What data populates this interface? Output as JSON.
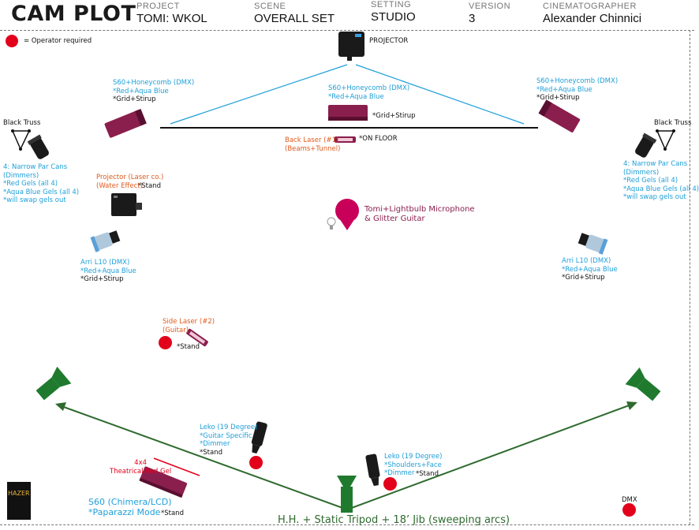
{
  "header": {
    "title": "CAM PLOT",
    "fields": [
      {
        "key": "PROJECT",
        "value": "TOMI: WKOL"
      },
      {
        "key": "SCENE",
        "value": "OVERALL SET"
      },
      {
        "key": "SETTING",
        "value": "STUDIO"
      },
      {
        "key": "VERSION",
        "value": "3"
      },
      {
        "key": "CINEMATOGRAPHER",
        "value": "Alexander Chinnici"
      }
    ]
  },
  "legend": {
    "text": "= Operator required",
    "color": "#e3001b"
  },
  "colors": {
    "blue": "#1e9fd8",
    "orange": "#e05a1c",
    "maroon": "#8a1f4e",
    "green": "#2e6a2e",
    "red": "#e3001b"
  },
  "projector_top": "PROJECTOR",
  "honeycomb_left": [
    "S60+Honeycomb (DMX)",
    "*Red+Aqua Blue",
    "*Grid+Stirup"
  ],
  "honeycomb_center": [
    "S60+Honeycomb (DMX)",
    "*Red+Aqua Blue"
  ],
  "honeycomb_center_note": "*Grid+Stirup",
  "honeycomb_right": [
    "S60+Honeycomb (DMX)",
    "*Red+Aqua Blue",
    "*Grid+Stirup"
  ],
  "back_laser": [
    "Back Laser (#1)",
    "(Beams+Tunnel)"
  ],
  "back_laser_note": "*ON FLOOR",
  "truss_left": "Black Truss",
  "truss_right": "Black Truss",
  "parcans_left": [
    "4: Narrow Par Cans",
    "(Dimmers)",
    "*Red Gels (all 4)",
    "*Aqua Blue Gels (all 4)",
    "*will swap gels out"
  ],
  "parcans_right": [
    "4: Narrow Par Cans",
    "(Dimmers)",
    "*Red Gels (all 4)",
    "*Aqua Blue Gels (all 4)",
    "*will swap gels out"
  ],
  "projector_laser": [
    "Projector (Laser co.)",
    "(Water Effect)"
  ],
  "projector_laser_note": "*Stand",
  "mic": [
    "Tomi+Lightbulb Microphone",
    "& Glitter Guitar"
  ],
  "arri_left": [
    "Arri L10 (DMX)",
    "*Red+Aqua Blue",
    "*Grid+Stirup"
  ],
  "arri_right": [
    "Arri L10 (DMX)",
    "*Red+Aqua Blue",
    "*Grid+Stirup"
  ],
  "side_laser": [
    "Side Laser (#2)",
    "(Guitar)"
  ],
  "side_laser_note": "*Stand",
  "leko_left": [
    "Leko (19 Degree)",
    "*Guitar Specific",
    "*Dimmer",
    "*Stand"
  ],
  "leko_right": [
    "Leko (19 Degree)",
    "*Shoulders+Face",
    "*Dimmer"
  ],
  "leko_right_note": "*Stand",
  "gel": [
    "4x4",
    "Theatrical Red Gel"
  ],
  "s60_chimera": [
    "S60 (Chimera/LCD)",
    "*Paparazzi Mode"
  ],
  "s60_chimera_note": "*Stand",
  "hazer": "HAZER",
  "dmx": "DMX",
  "camera_caption": "H.H. + Static Tripod + 18’ Jib (sweeping arcs)"
}
